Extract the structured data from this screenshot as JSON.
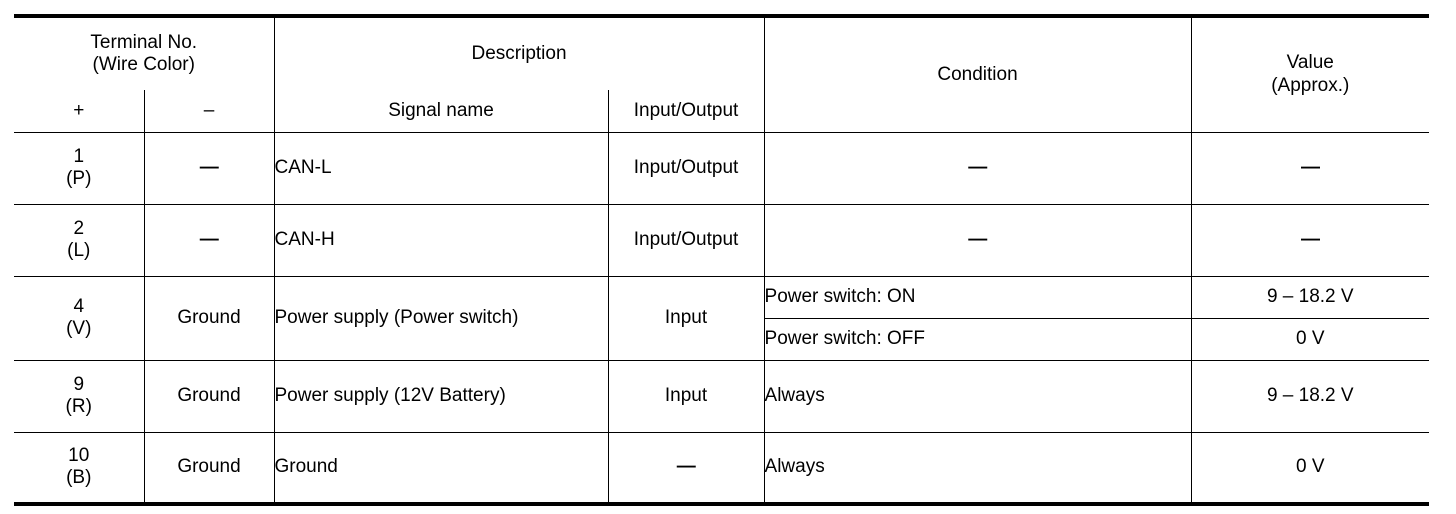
{
  "table": {
    "headers": {
      "terminal_group": "Terminal No.\n(Wire Color)",
      "terminal_plus": "+",
      "terminal_minus": "–",
      "description": "Description",
      "signal_name": "Signal name",
      "input_output": "Input/Output",
      "condition": "Condition",
      "value": "Value\n(Approx.)"
    },
    "rows": [
      {
        "terminal": "1\n(P)",
        "minus": "—",
        "signal_name": "CAN-L",
        "input_output": "Input/Output",
        "conditions": [
          {
            "condition": "—",
            "value": "—",
            "align": "center"
          }
        ]
      },
      {
        "terminal": "2\n(L)",
        "minus": "—",
        "signal_name": "CAN-H",
        "input_output": "Input/Output",
        "conditions": [
          {
            "condition": "—",
            "value": "—",
            "align": "center"
          }
        ]
      },
      {
        "terminal": "4\n(V)",
        "minus": "Ground",
        "signal_name": "Power supply (Power switch)",
        "input_output": "Input",
        "conditions": [
          {
            "condition": "Power switch: ON",
            "value": "9 – 18.2 V",
            "align": "left"
          },
          {
            "condition": "Power switch: OFF",
            "value": "0 V",
            "align": "left"
          }
        ]
      },
      {
        "terminal": "9\n(R)",
        "minus": "Ground",
        "signal_name": "Power supply (12V Battery)",
        "input_output": "Input",
        "conditions": [
          {
            "condition": "Always",
            "value": "9 – 18.2 V",
            "align": "left"
          }
        ]
      },
      {
        "terminal": "10\n(B)",
        "minus": "Ground",
        "signal_name": "Ground",
        "input_output": "—",
        "conditions": [
          {
            "condition": "Always",
            "value": "0 V",
            "align": "left"
          }
        ]
      }
    ]
  }
}
